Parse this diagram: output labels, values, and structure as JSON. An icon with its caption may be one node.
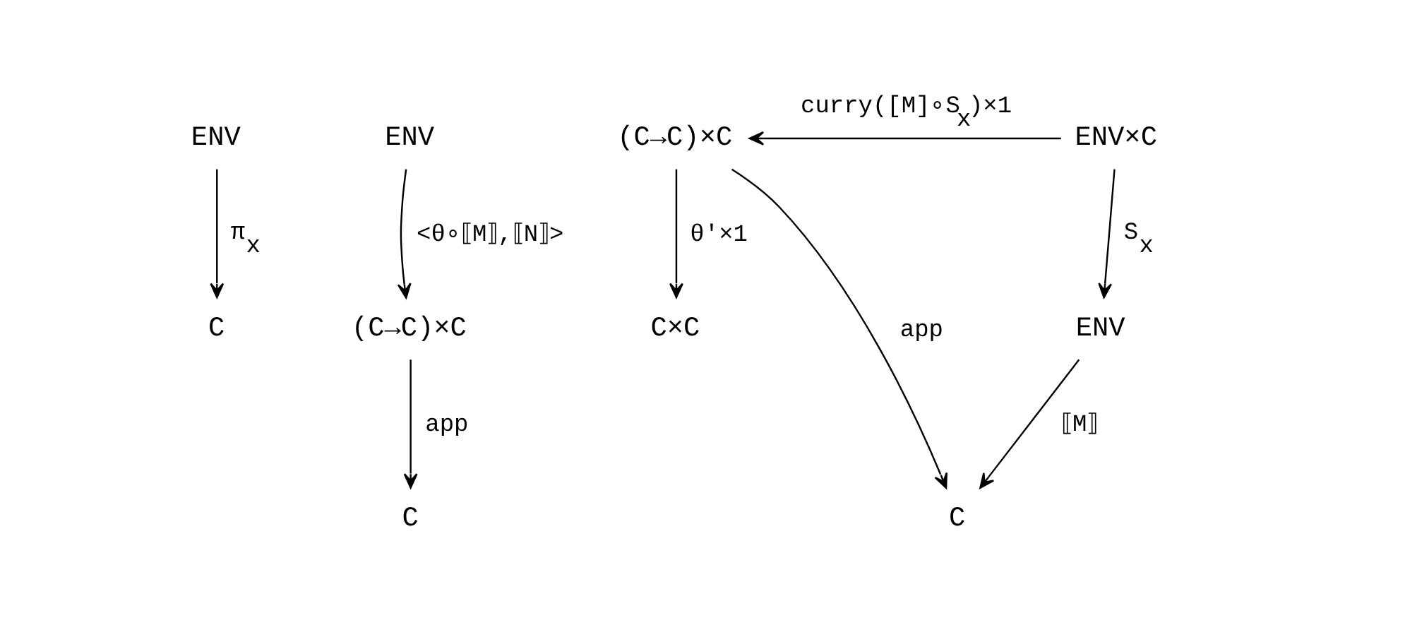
{
  "diagram": {
    "nodes": [
      {
        "text": [
          "ENV"
        ]
      },
      {
        "text": [
          "C"
        ]
      },
      {
        "text": [
          "ENV"
        ]
      },
      {
        "text": [
          "(C→C)×C"
        ]
      },
      {
        "text": [
          "C"
        ]
      },
      {
        "text": [
          "(C→C)×C"
        ]
      },
      {
        "text": [
          "ENV×C"
        ]
      },
      {
        "text": [
          "C×C"
        ]
      },
      {
        "text": [
          "ENV"
        ]
      },
      {
        "text": [
          "C"
        ]
      }
    ],
    "edges": [
      {
        "from": 0,
        "to": 1,
        "arrow": "to",
        "label": "π$_{x}$"
      },
      {
        "from": 2,
        "to": 3,
        "arrow": "to",
        "label": "<θ∘⟦M⟧,⟦N⟧>"
      },
      {
        "from": 3,
        "to": 4,
        "arrow": "to",
        "label": "app"
      },
      {
        "from": 6,
        "to": 5,
        "arrow": "to",
        "label": "curry([M]∘S$_{x}$)×1"
      },
      {
        "from": 5,
        "to": 7,
        "arrow": "to",
        "label": "θ'×1"
      },
      {
        "from": 5,
        "to": 9,
        "arrow": "to",
        "label": "app"
      },
      {
        "from": 6,
        "to": 8,
        "arrow": "to",
        "label": "S$_{x}$"
      },
      {
        "from": 8,
        "to": 9,
        "arrow": "to",
        "label": "⟦M⟧"
      }
    ]
  }
}
